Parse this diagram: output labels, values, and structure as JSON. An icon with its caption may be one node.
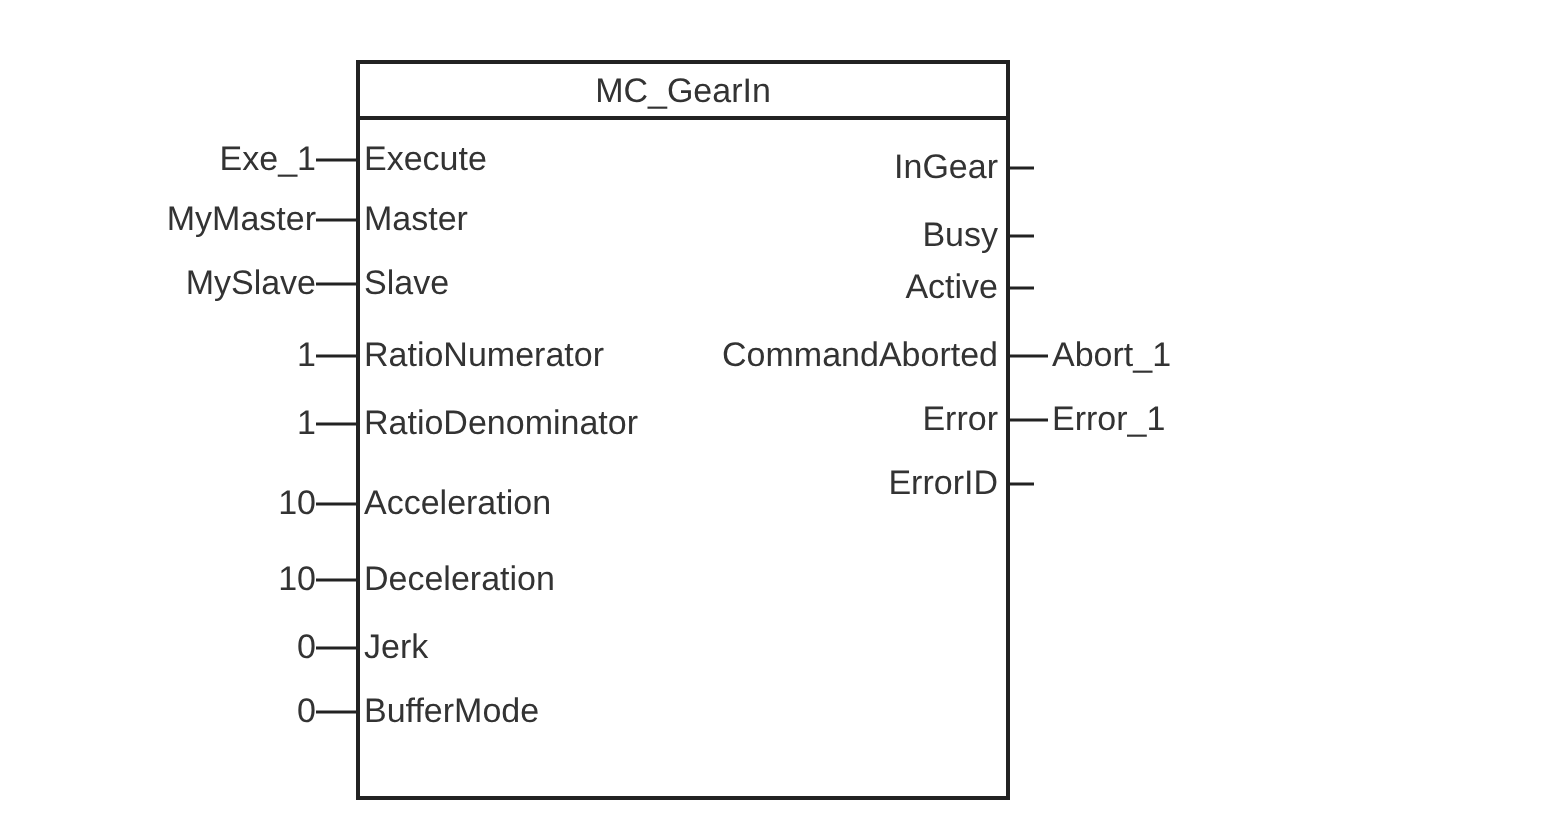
{
  "diagram": {
    "nodes": [
      {
        "text": [
          "MC_GearIn"
        ]
      },
      {
        "text": [
          "Execute"
        ],
        "in": 0
      },
      {
        "text": [
          "Master"
        ],
        "in": 0
      },
      {
        "text": [
          "Slave"
        ],
        "in": 0
      },
      {
        "text": [
          "RatioNumerator"
        ],
        "in": 0
      },
      {
        "text": [
          "RatioDenominator"
        ],
        "in": 0
      },
      {
        "text": [
          "Acceleration"
        ],
        "in": 0
      },
      {
        "text": [
          "Deceleration"
        ],
        "in": 0
      },
      {
        "text": [
          "Jerk"
        ],
        "in": 0
      },
      {
        "text": [
          "BufferMode"
        ],
        "in": 0
      },
      {
        "text": [
          "InGear"
        ],
        "in": 0
      },
      {
        "text": [
          "Busy"
        ],
        "in": 0
      },
      {
        "text": [
          "Active"
        ],
        "in": 0
      },
      {
        "text": [
          "CommandAborted"
        ],
        "in": 0
      },
      {
        "text": [
          "Error"
        ],
        "in": 0
      },
      {
        "text": [
          "ErrorID"
        ],
        "in": 0
      },
      {
        "text": [
          "Exe_1"
        ]
      },
      {
        "text": [
          "MyMaster"
        ]
      },
      {
        "text": [
          "MySlave"
        ]
      },
      {
        "text": [
          "1"
        ]
      },
      {
        "text": [
          "1"
        ]
      },
      {
        "text": [
          "10"
        ]
      },
      {
        "text": [
          "10"
        ]
      },
      {
        "text": [
          "0"
        ]
      },
      {
        "text": [
          "0"
        ]
      },
      {
        "text": [
          "Abort_1"
        ]
      },
      {
        "text": [
          "Error_1"
        ]
      }
    ],
    "edges": [
      {
        "from": 16,
        "to": 1,
        "arrow": "none"
      },
      {
        "from": 17,
        "to": 2,
        "arrow": "none"
      },
      {
        "from": 18,
        "to": 3,
        "arrow": "none"
      },
      {
        "from": 19,
        "to": 4,
        "arrow": "none"
      },
      {
        "from": 20,
        "to": 5,
        "arrow": "none"
      },
      {
        "from": 21,
        "to": 6,
        "arrow": "none"
      },
      {
        "from": 22,
        "to": 7,
        "arrow": "none"
      },
      {
        "from": 23,
        "to": 8,
        "arrow": "none"
      },
      {
        "from": 24,
        "to": 9,
        "arrow": "none"
      },
      {
        "from": 10,
        "to": null,
        "arrow": "none"
      },
      {
        "from": 11,
        "to": null,
        "arrow": "none"
      },
      {
        "from": 12,
        "to": null,
        "arrow": "none"
      },
      {
        "from": 13,
        "to": 25,
        "arrow": "none"
      },
      {
        "from": 14,
        "to": 26,
        "arrow": "none"
      },
      {
        "from": 15,
        "to": null,
        "arrow": "none"
      }
    ]
  }
}
